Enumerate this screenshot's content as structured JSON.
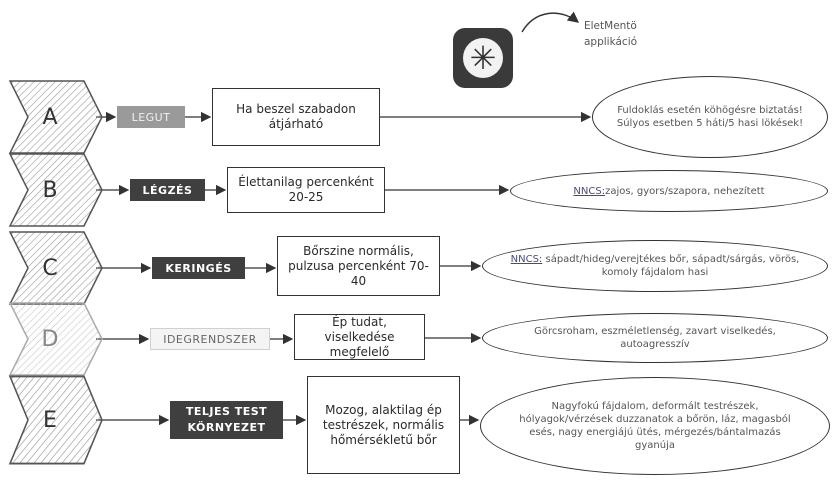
{
  "app": {
    "icon_name": "star-of-life-icon",
    "label_line1": "EletMentö",
    "label_line2": "applikáció"
  },
  "rows": [
    {
      "letter": "A",
      "tag": "LEGUT",
      "box": "Ha beszel szabadon átjárható",
      "ellipse_prefix": "",
      "ellipse": "Fuldoklás esetén köhögésre biztatás! Súlyos esetben 5 háti/5 hasi lökések!"
    },
    {
      "letter": "B",
      "tag": "LÉGZÉS",
      "box": "Élettanilag percenként 20-25",
      "ellipse_prefix": "NNCS:",
      "ellipse": " zajos, gyors/szapora, nehezített"
    },
    {
      "letter": "C",
      "tag": "KERINGÉS",
      "box": "Bőrszine normális, pulzusa percenként 70-40",
      "ellipse_prefix": "NNCS:",
      "ellipse": " sápadt/hideg/verejtékes bőr, sápadt/sárgás, vörös, komoly fájdalom hasi"
    },
    {
      "letter": "D",
      "tag": "IDEGRENDSZER",
      "box": "Ép tudat, viselkedése megfelelő",
      "ellipse_prefix": "",
      "ellipse": "Görcsroham, eszméletlenség, zavart viselkedés, autoagresszív"
    },
    {
      "letter": "E",
      "tag": "TELJES TEST KÖRNYEZET",
      "box": "Mozog, alaktilag ép testrészek, normális hőmérsékletű bőr",
      "ellipse_prefix": "",
      "ellipse": "Nagyfokú fájdalom, deformált testrészek, hólyagok/vérzések duzzanatok a bőrön, láz, magasból esés, nagy energiájú ütés, mérgezés/bántalmazás gyanúja"
    }
  ]
}
